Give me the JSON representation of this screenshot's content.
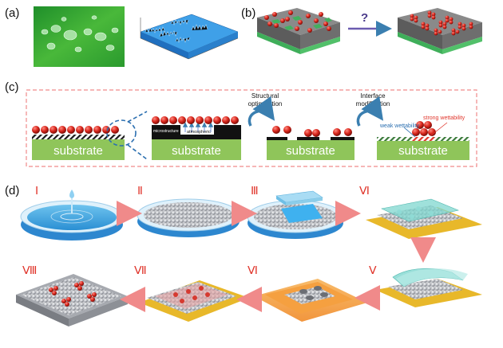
{
  "panels": {
    "a": "(a)",
    "b": "(b)",
    "c": "(c)",
    "d": "(d)"
  },
  "panel_b": {
    "question": "?"
  },
  "panel_c": {
    "substrate": "substrate",
    "microstructure": "microstructure",
    "atmospheric_pressure": "atmospheric pressure",
    "structural_optimisation": "Structural optimisation",
    "interface_modification": "Interface modification",
    "weak_wettability": "weak wettability",
    "strong_wettability": "strong wettability"
  },
  "panel_d": {
    "steps": [
      "Ⅰ",
      "Ⅱ",
      "Ⅲ",
      "Ⅵ",
      "Ⅴ",
      "Ⅵ",
      "Ⅶ",
      "Ⅷ"
    ]
  },
  "colors": {
    "red": "#e0352b",
    "substrate_green": "#8fc55a",
    "arrow_pink": "#f08a8a",
    "curved_arrow_blue": "#3b7fb0",
    "gold": "#e8b82a",
    "water_blue": "#4aa3df"
  }
}
